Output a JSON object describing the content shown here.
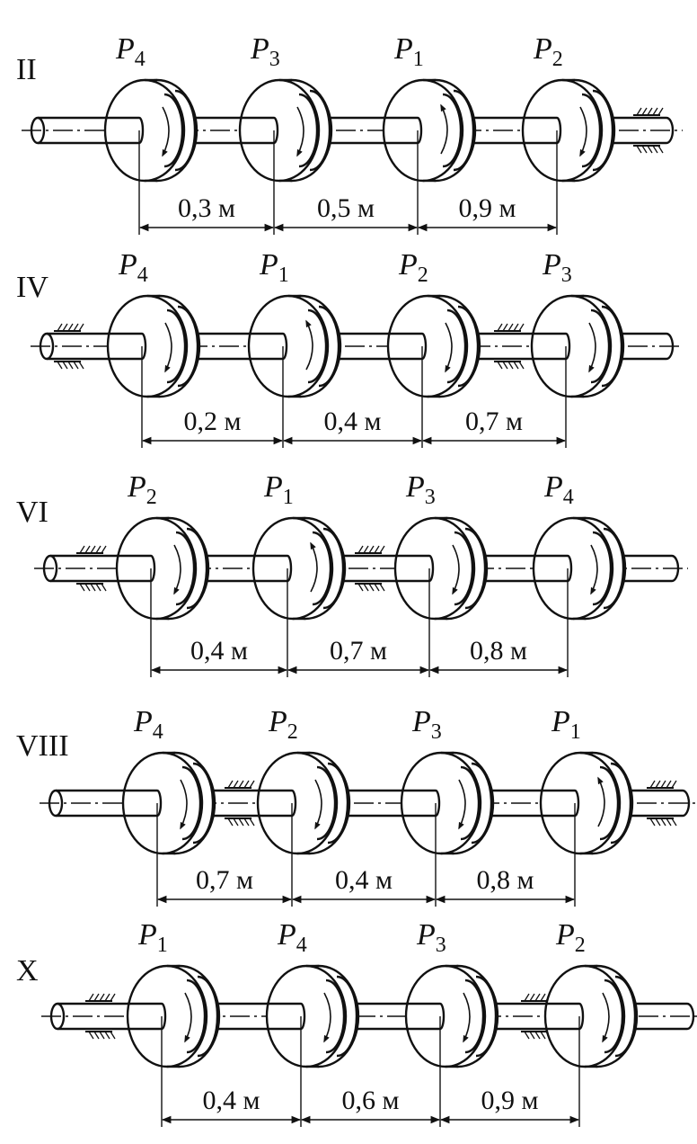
{
  "diagrams": [
    {
      "label": "II",
      "pulleys": [
        {
          "name": "P",
          "sub": "4"
        },
        {
          "name": "P",
          "sub": "3"
        },
        {
          "name": "P",
          "sub": "1"
        },
        {
          "name": "P",
          "sub": "2"
        }
      ],
      "dims": [
        "0,3 м",
        "0,5 м",
        "0,9 м"
      ]
    },
    {
      "label": "IV",
      "pulleys": [
        {
          "name": "P",
          "sub": "4"
        },
        {
          "name": "P",
          "sub": "1"
        },
        {
          "name": "P",
          "sub": "2"
        },
        {
          "name": "P",
          "sub": "3"
        }
      ],
      "dims": [
        "0,2 м",
        "0,4 м",
        "0,7 м"
      ]
    },
    {
      "label": "VI",
      "pulleys": [
        {
          "name": "P",
          "sub": "2"
        },
        {
          "name": "P",
          "sub": "1"
        },
        {
          "name": "P",
          "sub": "3"
        },
        {
          "name": "P",
          "sub": "4"
        }
      ],
      "dims": [
        "0,4 м",
        "0,7 м",
        "0,8 м"
      ]
    },
    {
      "label": "VIII",
      "pulleys": [
        {
          "name": "P",
          "sub": "4"
        },
        {
          "name": "P",
          "sub": "2"
        },
        {
          "name": "P",
          "sub": "3"
        },
        {
          "name": "P",
          "sub": "1"
        }
      ],
      "dims": [
        "0,7 м",
        "0,4 м",
        "0,8 м"
      ]
    },
    {
      "label": "X",
      "pulleys": [
        {
          "name": "P",
          "sub": "1"
        },
        {
          "name": "P",
          "sub": "4"
        },
        {
          "name": "P",
          "sub": "3"
        },
        {
          "name": "P",
          "sub": "2"
        }
      ],
      "dims": [
        "0,4 м",
        "0,6 м",
        "0,9 м"
      ]
    }
  ]
}
